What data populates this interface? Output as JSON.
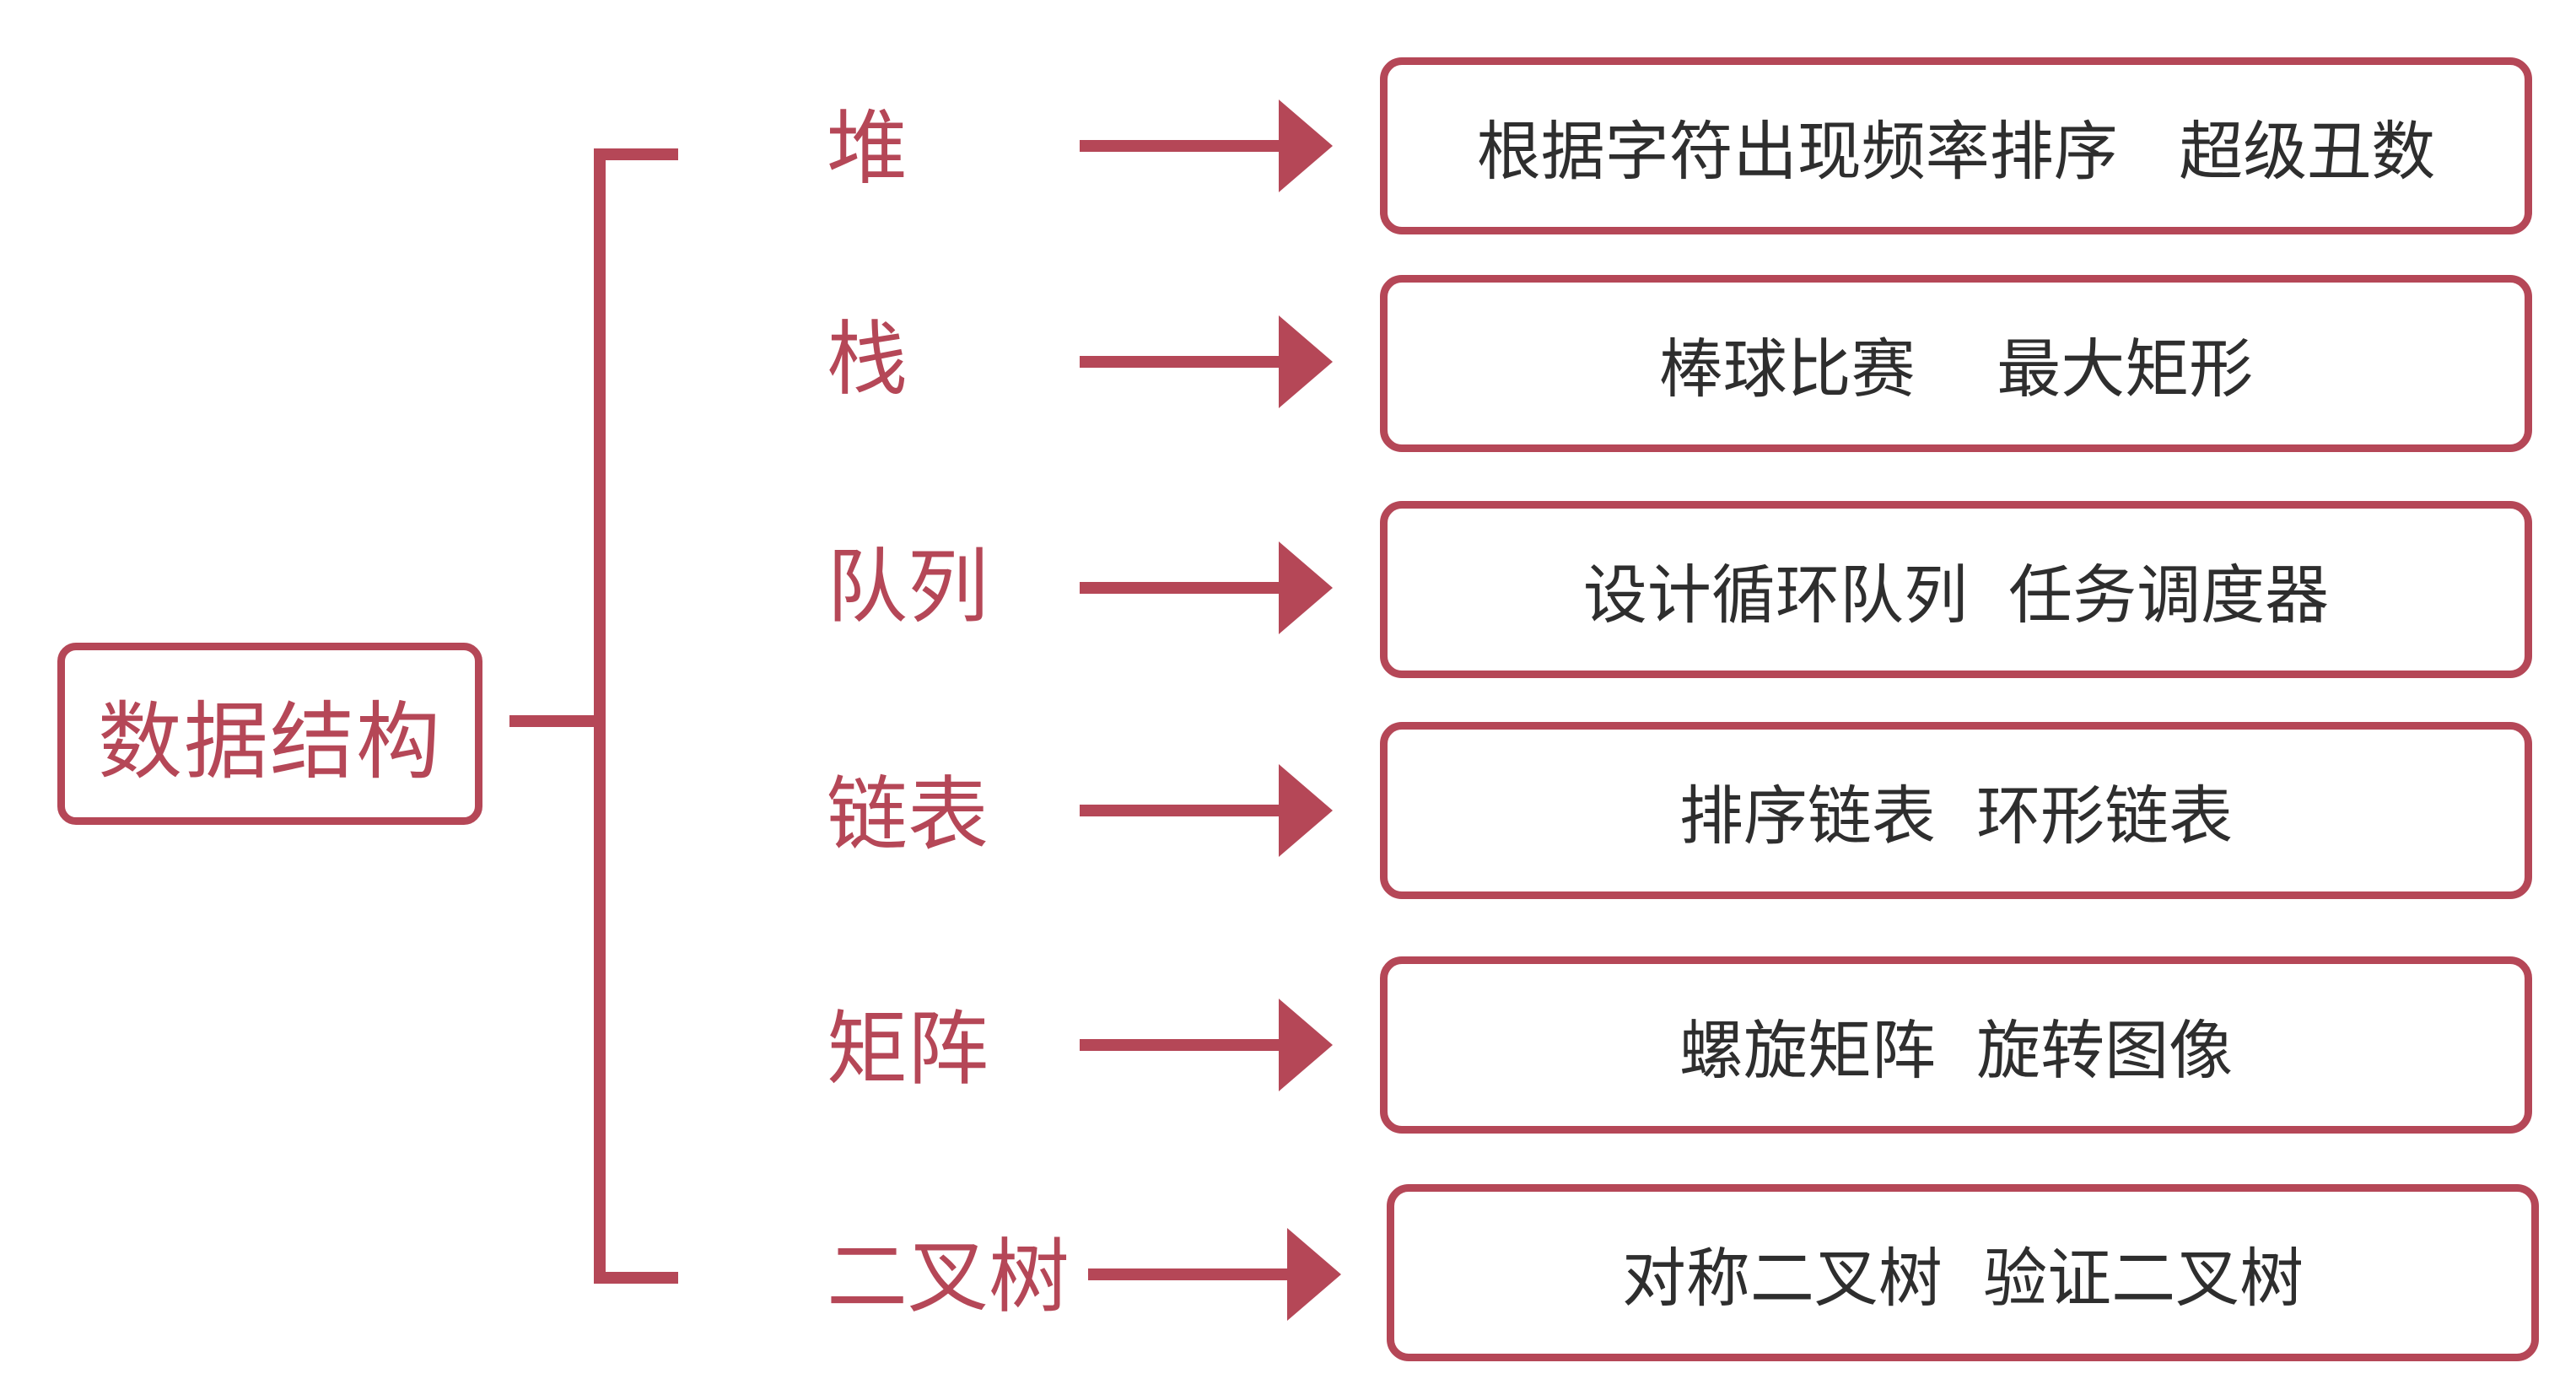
{
  "root": {
    "label": "数据结构"
  },
  "colors": {
    "accent": "#b54757",
    "text": "#2e2e2e"
  },
  "branches": [
    {
      "category": "堆",
      "examples": "根据字符出现频率排序   超级丑数"
    },
    {
      "category": "栈",
      "examples": "棒球比赛    最大矩形"
    },
    {
      "category": "队列",
      "examples": "设计循环队列  任务调度器"
    },
    {
      "category": "链表",
      "examples": "排序链表  环形链表"
    },
    {
      "category": "矩阵",
      "examples": "螺旋矩阵  旋转图像"
    },
    {
      "category": "二叉树",
      "examples": "对称二叉树  验证二叉树"
    }
  ]
}
